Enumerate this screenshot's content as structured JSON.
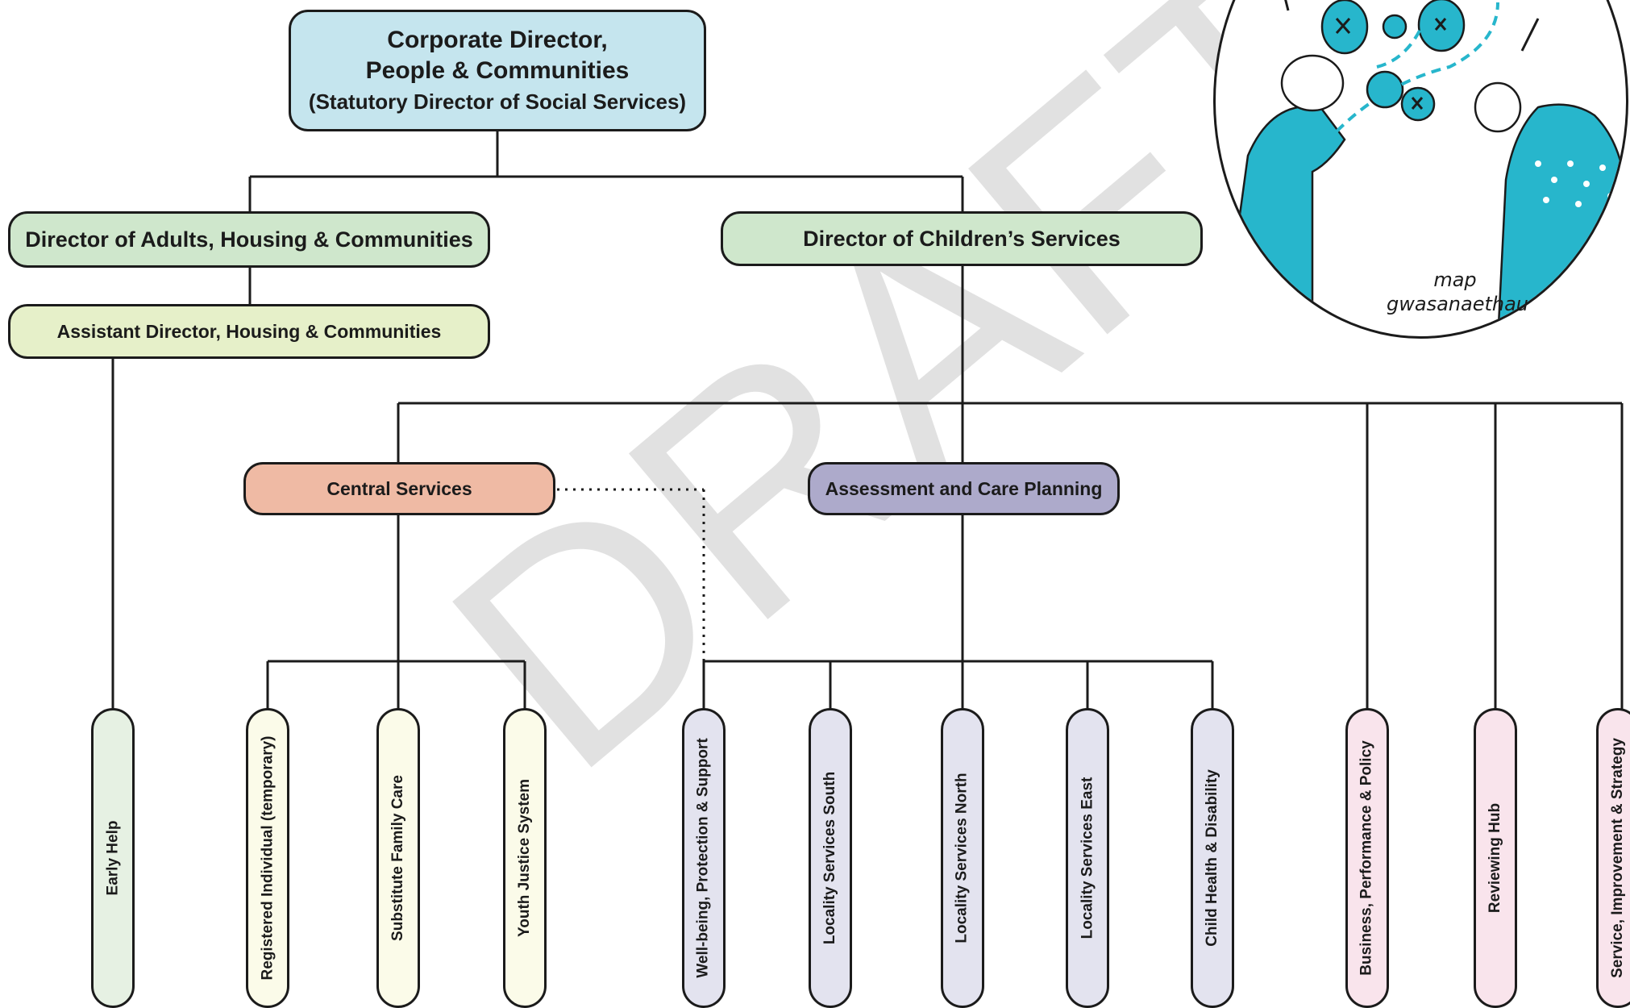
{
  "watermark": "DRAFT",
  "top": {
    "line1": "Corporate Director,",
    "line2": "People & Communities",
    "line3": "(Statutory Director of Social Services)"
  },
  "directors": {
    "adults": "Director of Adults, Housing & Communities",
    "children": "Director of Children’s Services"
  },
  "assistant": "Assistant Director, Housing & Communities",
  "services": {
    "central": "Central Services",
    "assessment": "Assessment and Care Planning"
  },
  "leaves": [
    "Early Help",
    "Registered Individual (temporary)",
    "Substitute Family Care",
    "Youth Justice System",
    "Well-being, Protection & Support",
    "Locality Services South",
    "Locality Services North",
    "Locality Services East",
    "Child Health & Disability",
    "Business, Performance & Policy",
    "Reviewing Hub",
    "Service, Improvement &  Strategy"
  ],
  "illustration": {
    "label_line1": "map",
    "label_line2": "gwasanaethau"
  },
  "colors": {
    "top": "#c5e5ee",
    "director": "#cfe7cc",
    "assistant": "#e6f0c9",
    "central": "#efbaa4",
    "assessment": "#adaacb",
    "illustration_teal": "#27b6cc"
  }
}
